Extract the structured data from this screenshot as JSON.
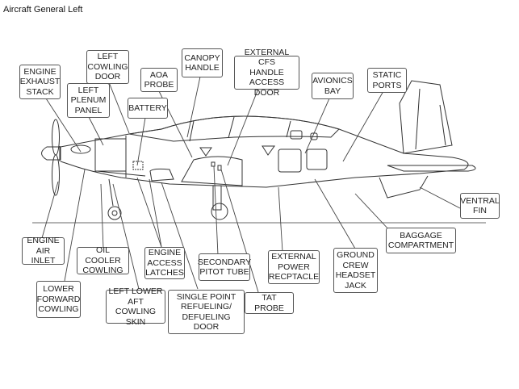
{
  "header": {
    "title": "Aircraft General Left"
  },
  "diagram": {
    "subject": "aircraft-left-side-view",
    "callouts": [
      {
        "id": "engine-exhaust-stack",
        "text": "ENGINE\nEXHAUST\nSTACK"
      },
      {
        "id": "left-cowling-door",
        "text": "LEFT\nCOWLING\nDOOR"
      },
      {
        "id": "left-plenum-panel",
        "text": "LEFT\nPLENUM\nPANEL"
      },
      {
        "id": "aoa-probe",
        "text": "AOA\nPROBE"
      },
      {
        "id": "battery",
        "text": "BATTERY"
      },
      {
        "id": "canopy-handle",
        "text": "CANOPY\nHANDLE"
      },
      {
        "id": "external-cfs-handle-access-door",
        "text": "EXTERNAL CFS\nHANDLE\nACCESS DOOR"
      },
      {
        "id": "avionics-bay",
        "text": "AVIONICS\nBAY"
      },
      {
        "id": "static-ports",
        "text": "STATIC\nPORTS"
      },
      {
        "id": "ventral-fin",
        "text": "VENTRAL\nFIN"
      },
      {
        "id": "baggage-compartment",
        "text": "BAGGAGE\nCOMPARTMENT"
      },
      {
        "id": "engine-air-inlet",
        "text": "ENGINE\nAIR INLET"
      },
      {
        "id": "oil-cooler-cowling",
        "text": "OIL COOLER\nCOWLING"
      },
      {
        "id": "engine-access-latches",
        "text": "ENGINE\nACCESS\nLATCHES"
      },
      {
        "id": "secondary-pitot-tube",
        "text": "SECONDARY\nPITOT TUBE"
      },
      {
        "id": "external-power-recptacle",
        "text": "EXTERNAL\nPOWER\nRECPTACLE"
      },
      {
        "id": "ground-crew-headset-jack",
        "text": "GROUND\nCREW\nHEADSET\nJACK"
      },
      {
        "id": "lower-forward-cowling",
        "text": "LOWER\nFORWARD\nCOWLING"
      },
      {
        "id": "left-lower-aft-cowling-skin",
        "text": "LEFT LOWER\nAFT COWLING\nSKIN"
      },
      {
        "id": "single-point-refueling-defueling-door",
        "text": "SINGLE POINT\nREFUELING/\nDEFUELING DOOR"
      },
      {
        "id": "tat-probe",
        "text": "TAT PROBE"
      }
    ]
  }
}
